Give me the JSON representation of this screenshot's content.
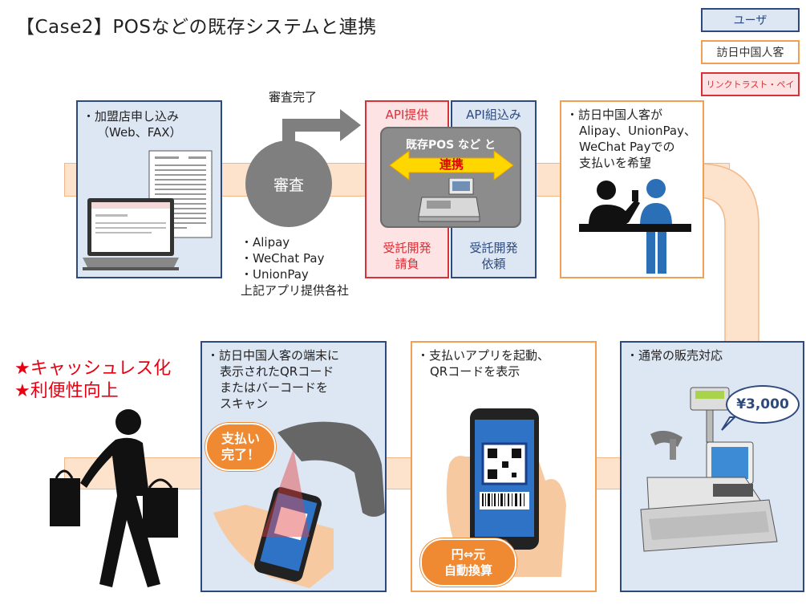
{
  "title": "【Case2】POSなどの既存システムと連携",
  "legend": {
    "user": "ユーザ",
    "visitor": "訪日中国人客",
    "ltp": "リンクトラスト・ペイ"
  },
  "panels": {
    "apply": {
      "lines": [
        "・加盟店申し込み",
        "（Web、FAX）"
      ]
    },
    "review_done": "審査完了",
    "review": "審査",
    "providers": [
      "・Alipay",
      "・WeChat Pay",
      "・UnionPay",
      "上記アプリ提供各社"
    ],
    "api_provide": {
      "head": "API提供",
      "foot": [
        "受託開発",
        "請負"
      ]
    },
    "api_integrate": {
      "head": "API組込み",
      "foot": [
        "受託開発",
        "依頼"
      ]
    },
    "pos": {
      "label": "既存POS など と",
      "link": "連携"
    },
    "visitor_wish": {
      "lines": [
        "・訪日中国人客が",
        "Alipay、UnionPay、",
        "WeChat Payでの",
        "支払いを希望"
      ]
    },
    "normal_sales": {
      "lines": [
        "・通常の販売対応"
      ]
    },
    "price": "¥3,000",
    "show_qr": {
      "lines": [
        "・支払いアプリを起動、",
        "QRコードを表示"
      ]
    },
    "conversion": [
      "円⇔元",
      "自動換算"
    ],
    "scan": {
      "lines": [
        "・訪日中国人客の端末に",
        "表示されたQRコード",
        "またはバーコードを",
        "スキャン"
      ]
    },
    "paid": [
      "支払い",
      "完了！"
    ],
    "benefits": [
      "★キャッシュレス化",
      "★利便性向上"
    ]
  },
  "colors": {
    "user_border": "#2e4a7d",
    "user_fill": "#dde6f3",
    "visitor_border": "#f0a050",
    "ltp_border": "#d9313a",
    "ltp_fill": "#fde3e3",
    "pipe": "#fde2cc",
    "accent_orange": "#ef8a33",
    "benefit_red": "#e60012"
  }
}
